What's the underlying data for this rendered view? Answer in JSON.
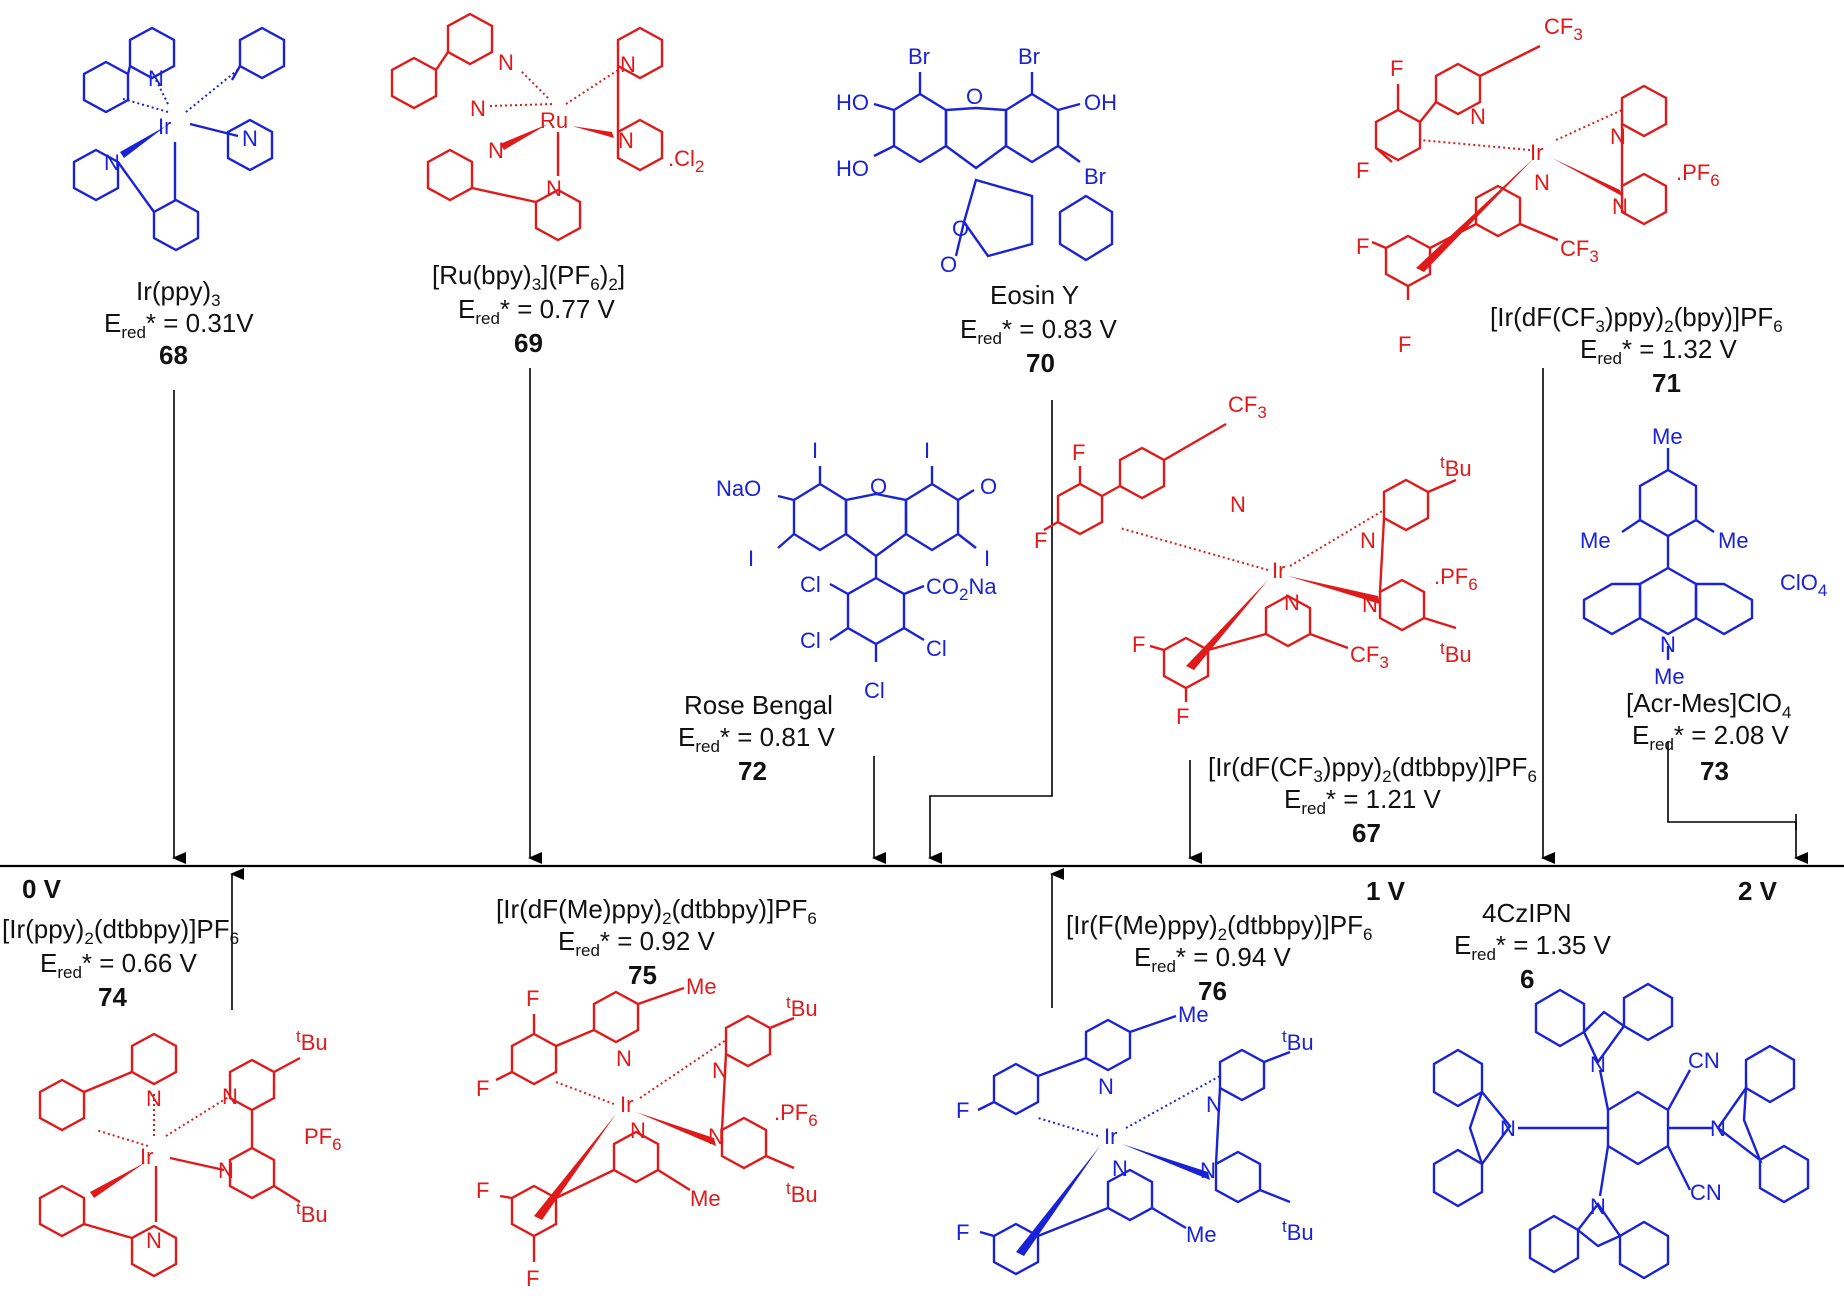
{
  "axis": {
    "ticks": [
      {
        "label": "0 V"
      },
      {
        "label": "1 V"
      },
      {
        "label": "2 V"
      }
    ]
  },
  "compounds": {
    "c68": {
      "name_pre": "Ir(ppy)",
      "name_sub": "3",
      "e_label": "E",
      "e_sub": "red",
      "e_value": "* = 0.31V",
      "number": "68"
    },
    "c69": {
      "name_a": "[Ru(bpy)",
      "name_sub1": "3",
      "name_b": "](PF",
      "name_sub2": "6",
      "name_c": ")",
      "name_sub3": "2",
      "name_d": "]",
      "e_label": "E",
      "e_sub": "red",
      "e_value": "* = 0.77 V",
      "number": "69"
    },
    "c70": {
      "name": "Eosin Y",
      "e_label": "E",
      "e_sub": "red",
      "e_value": "* = 0.83 V",
      "number": "70"
    },
    "c71": {
      "name_a": "[Ir(dF(CF",
      "name_sub1": "3",
      "name_b": ")ppy)",
      "name_sub2": "2",
      "name_c": "(bpy)]PF",
      "name_sub3": "6",
      "e_label": "E",
      "e_sub": "red",
      "e_value": "* = 1.32 V",
      "number": "71"
    },
    "c72": {
      "name": "Rose Bengal",
      "e_label": "E",
      "e_sub": "red",
      "e_value": "* = 0.81 V",
      "number": "72"
    },
    "c67": {
      "name_a": "[Ir(dF(CF",
      "name_sub1": "3",
      "name_b": ")ppy)",
      "name_sub2": "2",
      "name_c": "(dtbbpy)]PF",
      "name_sub3": "6",
      "e_label": "E",
      "e_sub": "red",
      "e_value": "* = 1.21 V",
      "number": "67"
    },
    "c73": {
      "name_a": "[Acr-Mes]ClO",
      "name_sub1": "4",
      "e_label": "E",
      "e_sub": "red",
      "e_value": "* = 2.08 V",
      "number": "73"
    },
    "c74": {
      "name_a": "[Ir(ppy)",
      "name_sub1": "2",
      "name_b": "(dtbbpy)]PF",
      "name_sub2": "6",
      "e_label": "E",
      "e_sub": "red",
      "e_value": "* = 0.66 V",
      "number": "74"
    },
    "c75": {
      "name_a": "[Ir(dF(Me)ppy)",
      "name_sub1": "2",
      "name_b": "(dtbbpy)]PF",
      "name_sub2": "6",
      "e_label": "E",
      "e_sub": "red",
      "e_value": "* = 0.92  V",
      "number": "75"
    },
    "c76": {
      "name_a": "[Ir(F(Me)ppy)",
      "name_sub1": "2",
      "name_b": "(dtbbpy)]PF",
      "name_sub2": "6",
      "e_label": "E",
      "e_sub": "red",
      "e_value": "* = 0.94 V",
      "number": "76"
    },
    "c6": {
      "name": "4CzIPN",
      "e_label": "E",
      "e_sub": "red",
      "e_value": "* = 1.35 V",
      "number": "6"
    }
  },
  "atoms": {
    "N": "N",
    "Ir": "Ir",
    "Ru": "Ru",
    "Br": "Br",
    "HO": "HO",
    "OH": "OH",
    "O": "O",
    "NaO": "NaO",
    "I": "I",
    "Cl": "Cl",
    "CO2Na_a": "CO",
    "CO2Na_s": "2",
    "CO2Na_b": "Na",
    "F": "F",
    "CF3_a": "CF",
    "CF3_s": "3",
    "PF6_a": ".PF",
    "PF6_s": "6",
    "PF6b_a": "PF",
    "Cl2_a": ".Cl",
    "Cl2_s": "2",
    "tBu_sup": "t",
    "tBu": "Bu",
    "Me": "Me",
    "ClO4_a": "ClO",
    "ClO4_s": "4",
    "CN": "CN"
  },
  "colors": {
    "blue": "#1a22d6",
    "red": "#e01a1a",
    "axis": "#000000"
  }
}
